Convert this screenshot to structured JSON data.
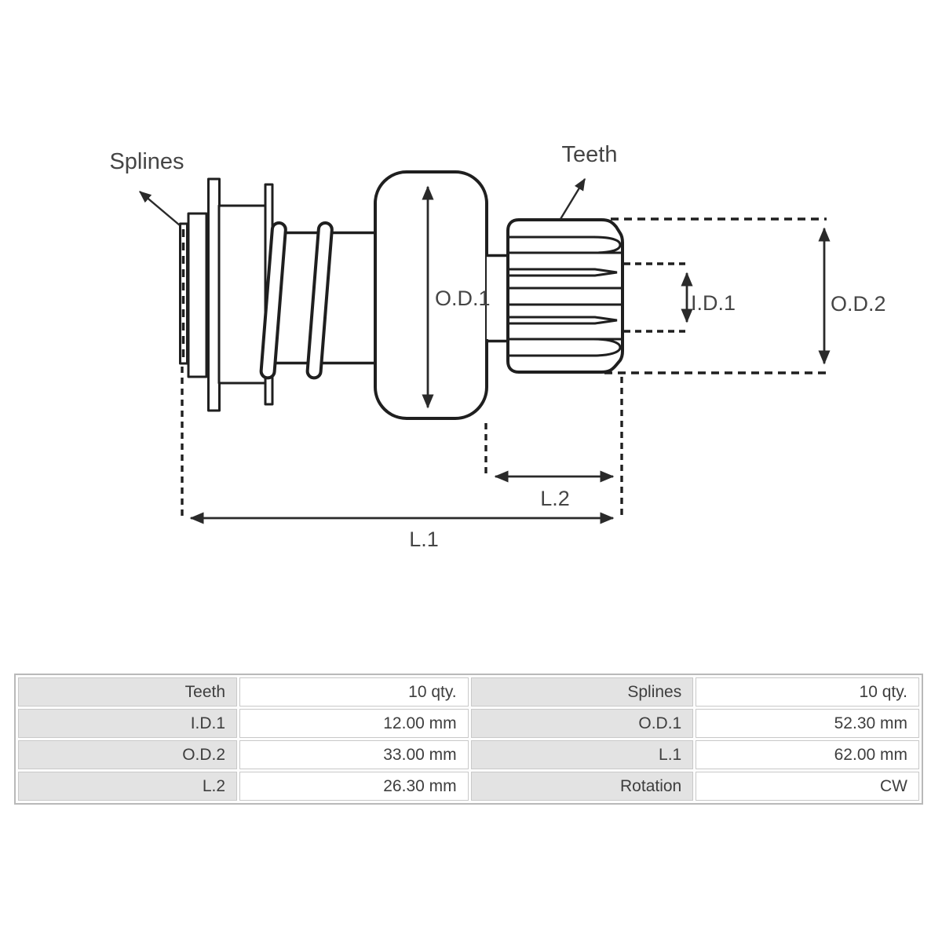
{
  "diagram": {
    "callouts": {
      "splines": "Splines",
      "teeth": "Teeth"
    },
    "dimensions": {
      "od1": "O.D.1",
      "id1": "I.D.1",
      "od2": "O.D.2",
      "l2": "L.2",
      "l1": "L.1"
    }
  },
  "spec_table": {
    "rows": [
      {
        "c0": "Teeth",
        "c1": "10 qty.",
        "c2": "Splines",
        "c3": "10 qty."
      },
      {
        "c0": "I.D.1",
        "c1": "12.00 mm",
        "c2": "O.D.1",
        "c3": "52.30 mm"
      },
      {
        "c0": "O.D.2",
        "c1": "33.00 mm",
        "c2": "L.1",
        "c3": "62.00 mm"
      },
      {
        "c0": "L.2",
        "c1": "26.30 mm",
        "c2": "Rotation",
        "c3": "CW"
      }
    ]
  },
  "colors": {
    "drawing_line": "#1f1f1f",
    "label_text": "#454545",
    "table_label_bg": "#e3e3e3",
    "table_border": "#b9b9b9",
    "table_text": "#3e3e3e"
  }
}
